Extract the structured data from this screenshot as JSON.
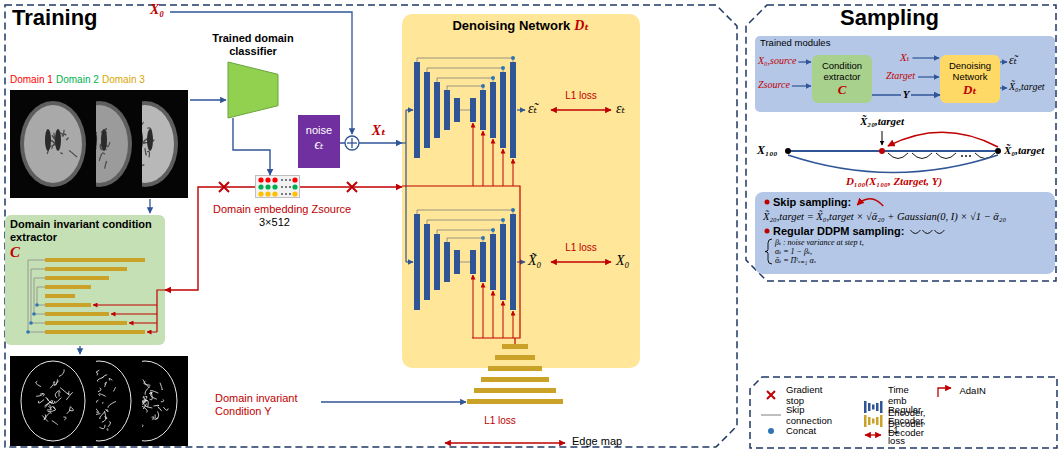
{
  "diagram": {
    "nodes": [
      {
        "text": [
          "Training"
        ]
      },
      {
        "text": [
          "Trained domain classifier"
        ],
        "in": 0
      },
      {
        "text": [
          "Domain invariant condition extractor",
          "C"
        ],
        "in": 0
      },
      {
        "text": [
          "noise",
          "ϵₜ"
        ],
        "in": 0
      },
      {
        "text": [
          "Denoising Network",
          "Dₜ"
        ],
        "in": 0
      },
      {
        "text": [
          "Domain embedding Zsource",
          "3×512"
        ],
        "in": 0
      },
      {
        "text": [
          "Sampling"
        ]
      },
      {
        "text": [
          "Trained modules"
        ],
        "in": 6
      },
      {
        "text": [
          "Condition extractor",
          "C"
        ],
        "in": 7
      },
      {
        "text": [
          "Denoising Network",
          "Dₜ"
        ],
        "in": 7
      },
      {
        "text": [
          "Skip sampling:",
          "X̃₂₀,target = X̃₀,target × √ᾱ₂₀ + Gaussian(0, I) × √1 − ᾱ₂₀",
          "Regular DDPM sampling:",
          "βₜ : noise variance at step t,",
          "αₜ = 1 − βₜ,",
          "ᾱₜ = Πᵗₛ₌₁ αₛ"
        ],
        "in": 6
      }
    ],
    "edges": [
      {
        "from": 1,
        "to": 5,
        "arrow": "to"
      },
      {
        "from": 5,
        "to": 2,
        "arrow": "to"
      },
      {
        "from": 5,
        "to": 4,
        "arrow": "to"
      },
      {
        "from": 3,
        "to": 4,
        "arrow": "to",
        "label": "Xₜ"
      },
      {
        "from": 8,
        "to": 9,
        "arrow": "to",
        "label": "Y"
      }
    ],
    "labels": [
      "X₀",
      "Domain 1",
      "Domain 2",
      "Domain 3",
      "ε̃ₜ",
      "L1 loss",
      "εₜ",
      "X̃₀",
      "L1 loss",
      "X₀",
      "Domain invariant Condition Y",
      "L1 loss",
      "Edge map",
      "X₀,source",
      "Zsource",
      "Xₜ",
      "Ztarget",
      "ε̃ₜ",
      "X̃₀,target",
      "X̃₂₀,target",
      "X₁₀₀",
      "X̃₀,target",
      "D₁₀₀(X₁₀₀, Ztarget, Y)"
    ],
    "legend": [
      {
        "text": "Gradient stop"
      },
      {
        "text": "Time emb Encoder, Decoder"
      },
      {
        "text": "AdaIN"
      },
      {
        "text": "Skip connection"
      },
      {
        "text": "Regular Encoder, Decoder"
      },
      {
        "text": "Concat"
      },
      {
        "text": "L1 loss"
      }
    ]
  }
}
